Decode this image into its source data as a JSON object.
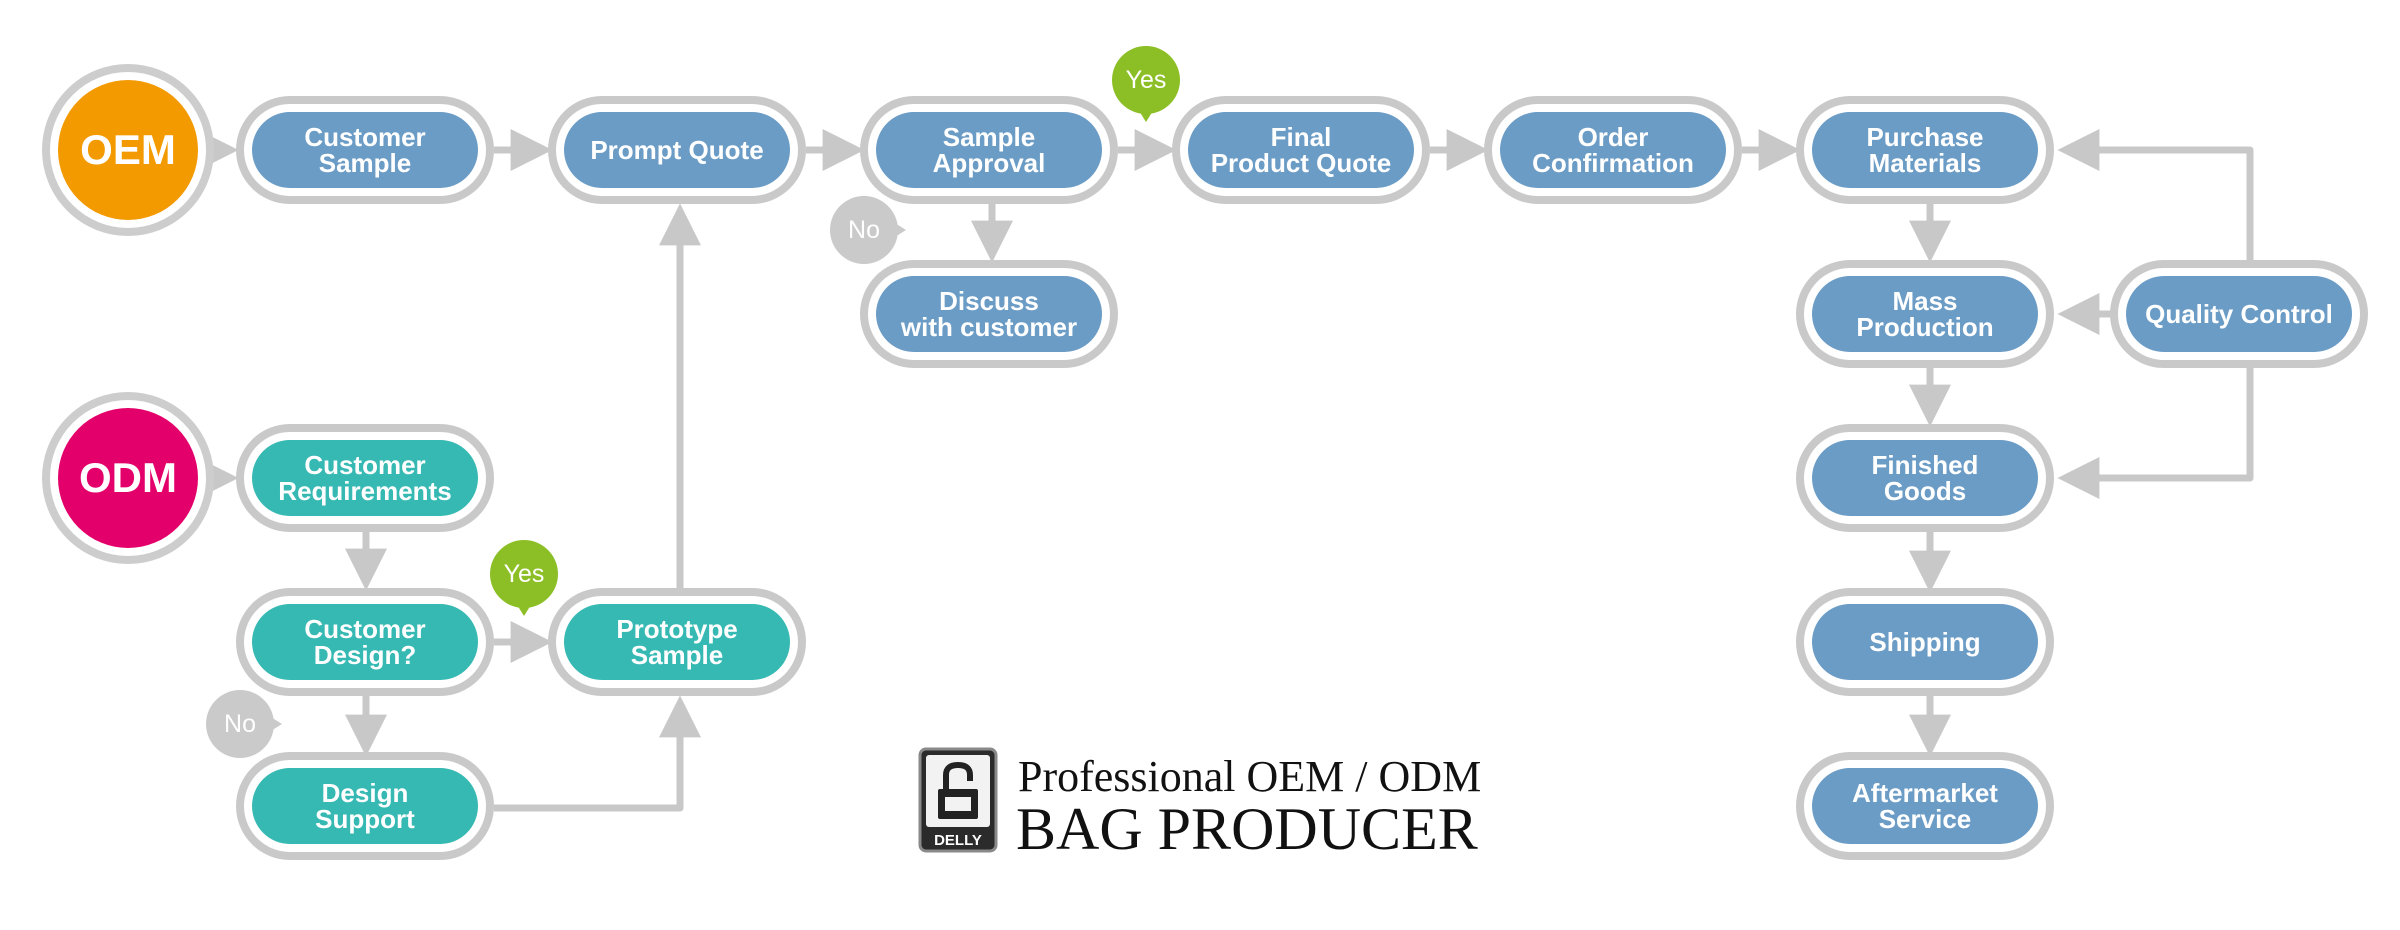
{
  "colors": {
    "oem": "#f39a00",
    "odm": "#e4006b",
    "blue_step": "#6b9cc6",
    "teal_step": "#36b9b3",
    "yes": "#8cbf26",
    "no": "#cacaca",
    "connector": "#c8c8c8"
  },
  "starts": {
    "oem": "OEM",
    "odm": "ODM"
  },
  "steps": {
    "customer_sample": "Customer\nSample",
    "prompt_quote": "Prompt Quote",
    "sample_approval": "Sample\nApproval",
    "final_product_quote": "Final\nProduct Quote",
    "order_confirmation": "Order\nConfirmation",
    "purchase_materials": "Purchase\nMaterials",
    "discuss_with_customer": "Discuss\nwith customer",
    "mass_production": "Mass\nProduction",
    "quality_control": "Quality Control",
    "finished_goods": "Finished\nGoods",
    "shipping": "Shipping",
    "aftermarket_service": "Aftermarket\nService",
    "customer_requirements": "Customer\nRequirements",
    "customer_design": "Customer\nDesign?",
    "prototype_sample": "Prototype\nSample",
    "design_support": "Design\nSupport"
  },
  "decisions": {
    "yes_label": "Yes",
    "no_label": "No"
  },
  "logo": {
    "mark_text": "DELLY",
    "line1": "Professional OEM / ODM",
    "line2": "BAG PRODUCER"
  }
}
